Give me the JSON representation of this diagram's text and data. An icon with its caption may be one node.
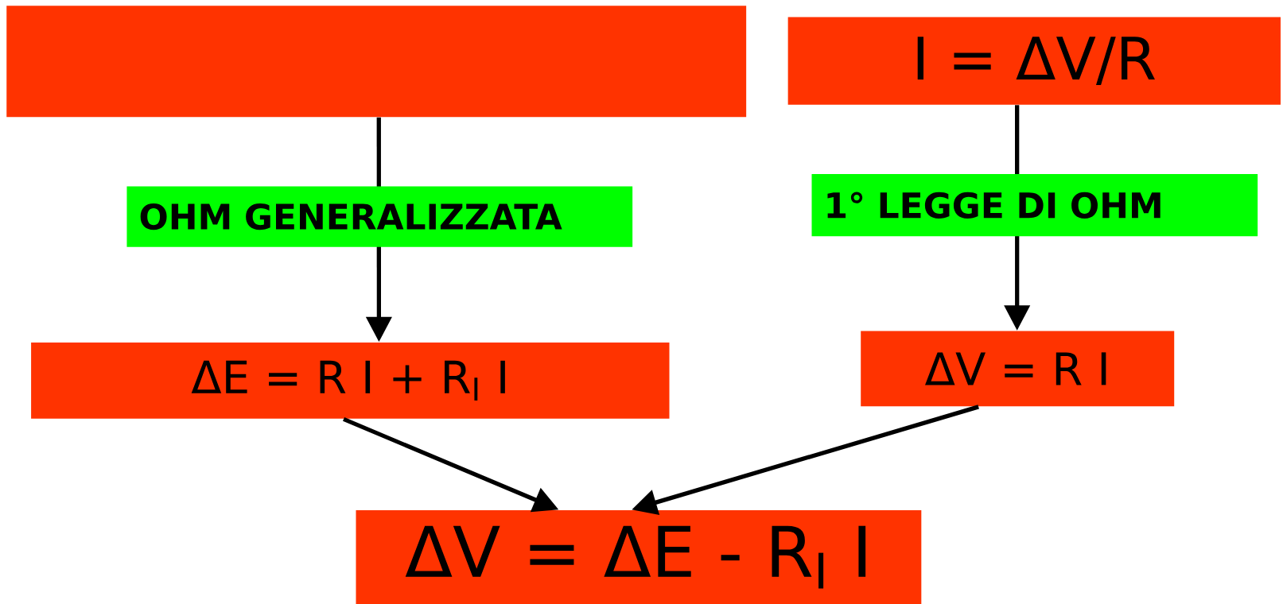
{
  "diagram": {
    "nodes": [
      {
        "text": [],
        "shape": "box"
      },
      {
        "text": [
          "I = ΔV/R"
        ]
      },
      {
        "text": [
          "ΔE = R I + R$_{I}$ I"
        ]
      },
      {
        "text": [
          "ΔV = R I"
        ]
      },
      {
        "text": [
          "ΔV = ΔE - R$_{I}$ I"
        ]
      }
    ],
    "edges": [
      {
        "from": 0,
        "to": 2,
        "arrow": "to",
        "label": "OHM GENERALIZZATA"
      },
      {
        "from": 1,
        "to": 3,
        "arrow": "to",
        "label": "1° LEGGE DI OHM"
      },
      {
        "from": 2,
        "to": 4,
        "arrow": "to"
      },
      {
        "from": 3,
        "to": 4,
        "arrow": "to"
      }
    ]
  }
}
